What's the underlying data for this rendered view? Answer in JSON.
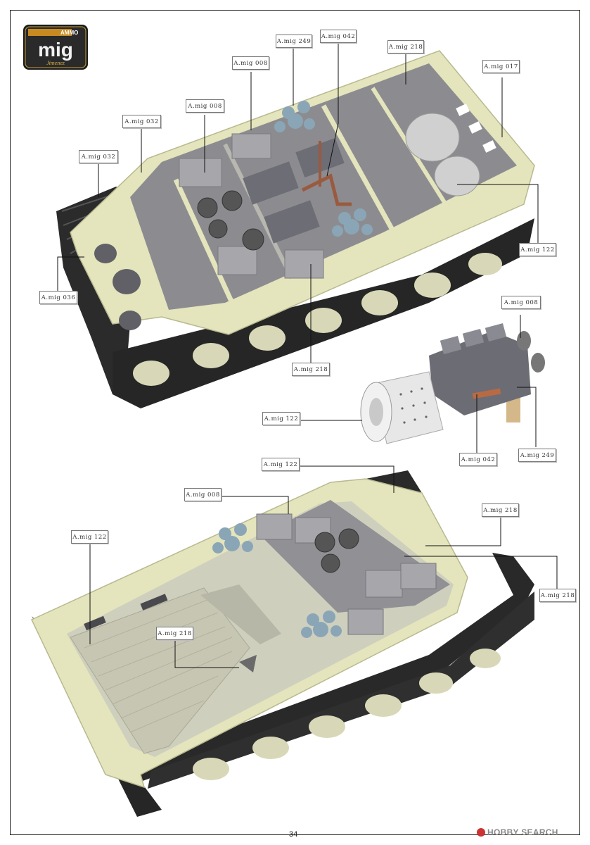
{
  "brand": {
    "logo_top": "AMMO",
    "logo_main": "mig",
    "logo_sub": "Jimenez"
  },
  "callouts": {
    "c1": "A.mig 249",
    "c2": "A.mig 042",
    "c3": "A.mig 218",
    "c4": "A.mig 008",
    "c5": "A.mig 017",
    "c6": "A.mig 008",
    "c7": "A.mig 032",
    "c8": "A.mig 032",
    "c9": "A.mig 036",
    "c10": "A.mig 122",
    "c11": "A.mig 218",
    "c12": "A.mig 008",
    "c13": "A.mig 122",
    "c14": "A.mig 042",
    "c15": "A.mig 249",
    "c16": "A.mig 122",
    "c17": "A.mig 008",
    "c18": "A.mig 218",
    "c19": "A.mig 122",
    "c20": "A.mig 218",
    "c21": "A.mig 218"
  },
  "footer": {
    "page_number": "34",
    "watermark": "HOBBY SEARCH"
  },
  "colors": {
    "hull": "#e6e6bf",
    "interior": "#8a8a8e",
    "tracks": "#2a2a2a",
    "engine": "#6f6f78",
    "figures": "#8aa4b4",
    "pipes": "#9a5a40"
  }
}
